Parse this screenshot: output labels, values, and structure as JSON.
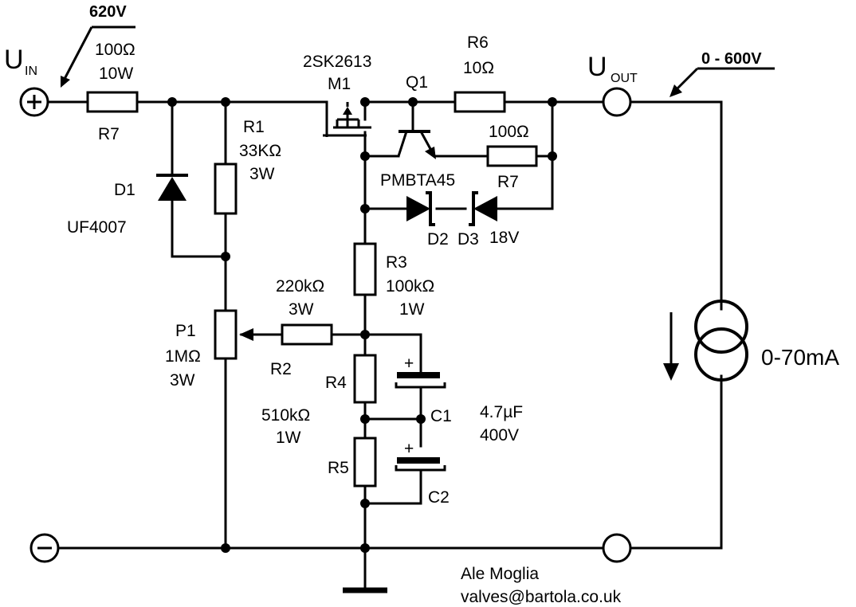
{
  "supply": {
    "vin_label": "U",
    "vin_sub": "IN",
    "vin_value": "620V",
    "vout_label": "U",
    "vout_sub": "OUT",
    "vout_value": "0 - 600V",
    "plus": "+",
    "minus": "−"
  },
  "components": {
    "r7_in_value": "100Ω",
    "r7_in_power": "10W",
    "r7_in_name": "R7",
    "r1_name": "R1",
    "r1_value": "33KΩ",
    "r1_power": "3W",
    "d1_name": "D1",
    "d1_part": "UF4007",
    "m1_part": "2SK2613",
    "m1_name": "M1",
    "q1_name": "Q1",
    "q1_part": "PMBTA45",
    "r6_name": "R6",
    "r6_value": "10Ω",
    "r7_out_value": "100Ω",
    "r7_out_name": "R7",
    "d2_name": "D2",
    "d3_name": "D3",
    "zener_voltage": "18V",
    "r3_name": "R3",
    "r3_value": "100kΩ",
    "r3_power": "1W",
    "r2_value": "220kΩ",
    "r2_power": "3W",
    "r2_name": "R2",
    "p1_name": "P1",
    "p1_value": "1MΩ",
    "p1_power": "3W",
    "r4_name": "R4",
    "r45_value": "510kΩ",
    "r45_power": "1W",
    "r5_name": "R5",
    "c1_name": "C1",
    "c2_name": "C2",
    "cap_value": "4.7µF",
    "cap_voltage": "400V",
    "cap_plus": "+",
    "load_range": "0-70mA"
  },
  "credits": {
    "author": "Ale Moglia",
    "email": "valves@bartola.co.uk"
  }
}
